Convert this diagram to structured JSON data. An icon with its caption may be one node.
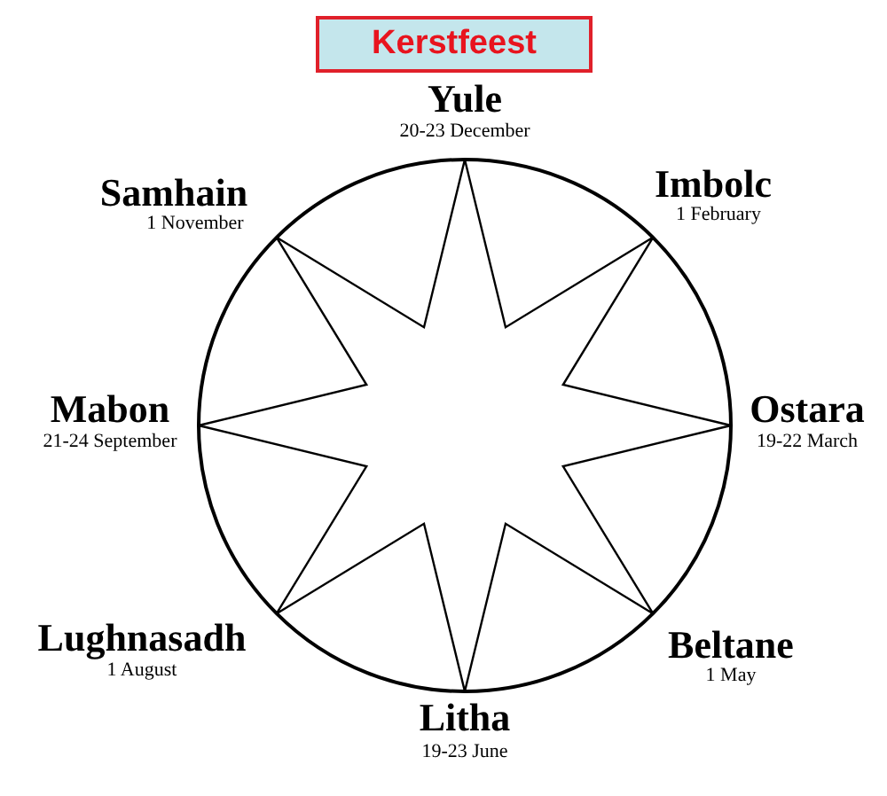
{
  "diagram": {
    "title": "Kerstfeest",
    "labels": [
      "Yule",
      "20-23 December",
      "Samhain",
      "1 November",
      "Imbolc",
      "1 February",
      "Mabon",
      "21-24 September",
      "Ostara",
      "19-22 March",
      "Lughnasadh",
      "1 August",
      "Beltane",
      "1 May",
      "Litha",
      "19-23 June"
    ]
  }
}
